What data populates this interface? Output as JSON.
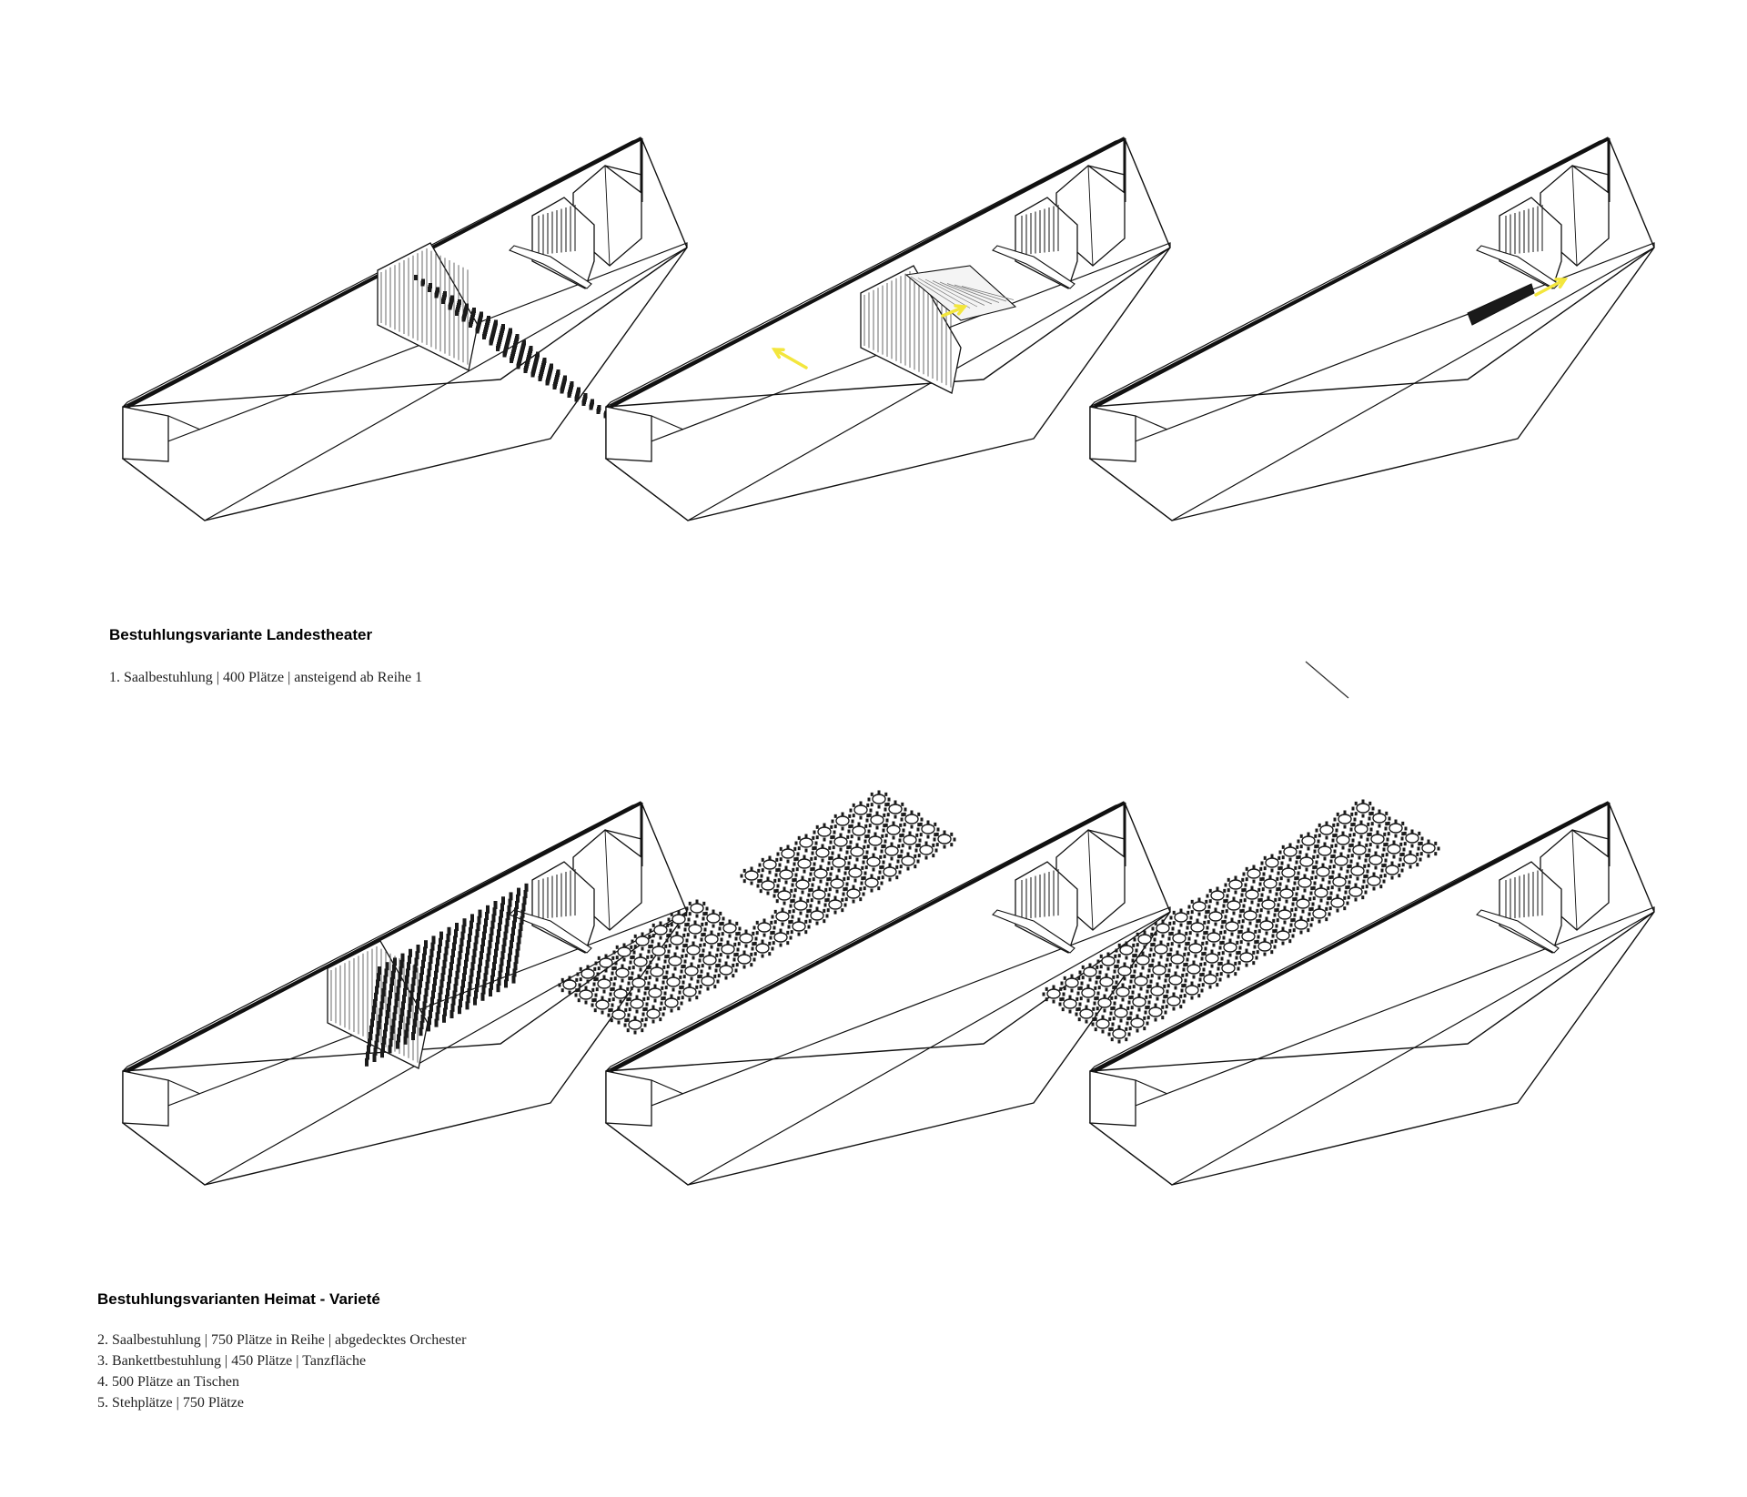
{
  "section_landestheater": {
    "heading": "Bestuhlungsvariante Landestheater",
    "items": [
      "1. Saalbestuhlung | 400 Plätze | ansteigend ab Reihe 1"
    ]
  },
  "section_heimat_variete": {
    "heading": "Bestuhlungsvarianten Heimat - Varieté",
    "items": [
      "2. Saalbestuhlung | 750 Plätze in Reihe | abgedecktes Orchester",
      "3. Bankettbestuhlung | 450 Plätze | Tanzfläche",
      "4. 500 Plätze an Tischen",
      "5. Stehplätze | 750 Plätze"
    ]
  },
  "colors": {
    "line": "#111111",
    "seating": "#1a1a1a",
    "arrow": "#f3e63d",
    "background": "#ffffff"
  },
  "diagrams": [
    {
      "name": "variant-1-seating-raked",
      "content": "raked-seating"
    },
    {
      "name": "transition-seating-retracting",
      "content": "retracting-seating"
    },
    {
      "name": "transition-seating-stored",
      "content": "stored-seating"
    },
    {
      "name": "variant-2-seating-rows",
      "content": "flat-seating"
    },
    {
      "name": "variant-3-banquet-tables",
      "content": "banquet-tables"
    },
    {
      "name": "variant-4-tables",
      "content": "tables-full"
    }
  ]
}
